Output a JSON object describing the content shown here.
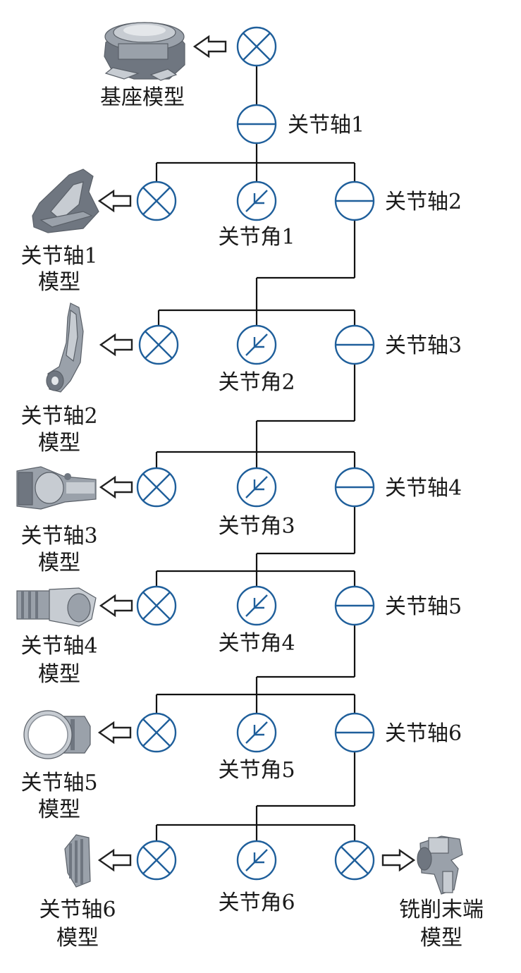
{
  "colors": {
    "symbol_stroke": "#1f5f9b",
    "wire": "#111111",
    "arrow": "#222222",
    "label": "#1a1a1a"
  },
  "root": {
    "model_label": "基座模型",
    "axis_label": "关节轴1"
  },
  "levels": [
    {
      "model_label_line1": "关节轴1",
      "model_label_line2": "模型",
      "angle_label": "关节角1",
      "next_axis_label": "关节轴2"
    },
    {
      "model_label_line1": "关节轴2",
      "model_label_line2": "模型",
      "angle_label": "关节角2",
      "next_axis_label": "关节轴3"
    },
    {
      "model_label_line1": "关节轴3",
      "model_label_line2": "模型",
      "angle_label": "关节角3",
      "next_axis_label": "关节轴4"
    },
    {
      "model_label_line1": "关节轴4",
      "model_label_line2": "模型",
      "angle_label": "关节角4",
      "next_axis_label": "关节轴5"
    },
    {
      "model_label_line1": "关节轴5",
      "model_label_line2": "模型",
      "angle_label": "关节角5",
      "next_axis_label": "关节轴6"
    },
    {
      "model_label_line1": "关节轴6",
      "model_label_line2": "模型",
      "angle_label": "关节角6",
      "next_axis_label": ""
    }
  ],
  "end_effector": {
    "model_label_line1": "铣削末端",
    "model_label_line2": "模型"
  },
  "symbols": {
    "model_node": "circle-cross-icon",
    "axis_node": "circle-horizontal-bar-icon",
    "angle_node": "circle-diagonal-arrow-icon",
    "model_pointer": "hollow-arrow-icon"
  }
}
